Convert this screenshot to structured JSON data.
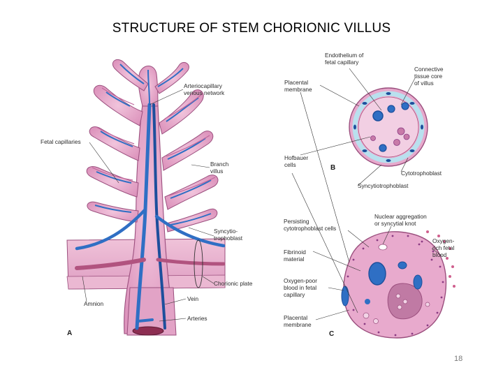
{
  "slide": {
    "title": "STRUCTURE OF STEM CHORIONIC VILLUS",
    "page_number": "18"
  },
  "colors": {
    "villus_tissue": "#e6a9c9",
    "villus_outline": "#9b4f7e",
    "vessel_blue": "#2f6fc4",
    "vessel_dark": "#1d4f9c",
    "cell_purple": "#8a3b83",
    "background": "#ffffff"
  },
  "panel_a": {
    "letter": "A",
    "labels": {
      "arteriocapillary_1": "Arteriocapillary",
      "arteriocapillary_2": "venous network",
      "fetal_capillaries": "Fetal capillaries",
      "branch_villus_1": "Branch",
      "branch_villus_2": "villus",
      "syncytio_1": "Syncytio-",
      "syncytio_2": "trophoblast",
      "chorionic_plate": "Chorionic plate",
      "amnion": "Amnion",
      "vein": "Vein",
      "arteries": "Arteries"
    }
  },
  "panel_b": {
    "letter": "B",
    "labels": {
      "endothelium_1": "Endothelium of",
      "endothelium_2": "fetal capillary",
      "connective_1": "Connective",
      "connective_2": "tissue core",
      "connective_3": "of villus",
      "placental_membrane_1": "Placental",
      "placental_membrane_2": "membrane",
      "hofbauer_1": "Hofbauer",
      "hofbauer_2": "cells",
      "cytotrophoblast": "Cytotrophoblast",
      "syncytiotrophoblast": "Syncytiotrophoblast"
    }
  },
  "panel_c": {
    "letter": "C",
    "labels": {
      "nuclear_1": "Nuclear aggregation",
      "nuclear_2": "or syncytial knot",
      "persisting_1": "Persisting",
      "persisting_2": "cytotrophoblast cells",
      "oxygen_rich_1": "Oxygen-",
      "oxygen_rich_2": "rich fetal",
      "oxygen_rich_3": "blood",
      "fibrinoid_1": "Fibrinoid",
      "fibrinoid_2": "material",
      "oxygen_poor_1": "Oxygen-poor",
      "oxygen_poor_2": "blood in fetal",
      "oxygen_poor_3": "capillary",
      "placental_membrane_1": "Placental",
      "placental_membrane_2": "membrane"
    }
  }
}
